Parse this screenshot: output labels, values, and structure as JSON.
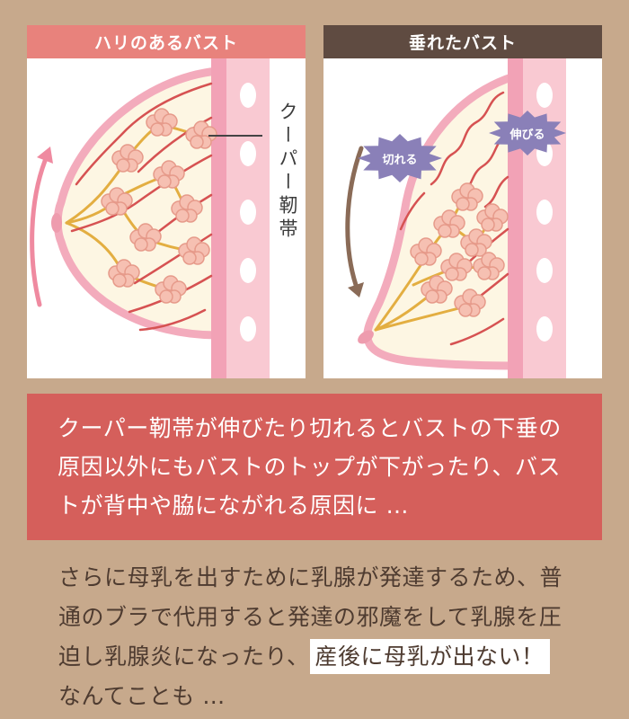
{
  "page": {
    "background": "#c7a98c"
  },
  "panel_firm": {
    "title": "ハリのあるバスト",
    "ligament_label": "クーパー靭帯"
  },
  "panel_saggy": {
    "title": "垂れたバスト",
    "badge_tear": "切れる",
    "badge_stretch": "伸びる"
  },
  "callout": {
    "line1": "クーパー靭帯が伸びたり切れるとバストの下垂の",
    "line2": "原因以外にもバストのトップが下がったり、バス",
    "line3": "トが背中や脇にながれる原因に …"
  },
  "body": {
    "line1": "さらに母乳を出すために乳腺が発達するため、普",
    "line2": "通のブラで代用すると発達の邪魔をして乳腺を圧",
    "line3_pre": "迫し乳腺炎になったり、",
    "highlight": "産後に母乳が出ない！",
    "line4": "なんてことも …"
  },
  "colors": {
    "background": "#c7a98c",
    "firm_header": "#e8827c",
    "saggy_header": "#5f4b41",
    "callout_bg": "#d55f5b",
    "callout_text": "#ffffff",
    "body_text": "#4e3b30",
    "badge_purple": "#8a80b8",
    "ligament_red": "#d65252",
    "duct_yellow": "#e3ae41",
    "lobule_pink": "#f6c0b2",
    "skin_pink": "#f3abbc",
    "chest_wall_pink": "#f9c9d2",
    "muscle_stripe_pink": "#f2a2b6",
    "lift_arrow_pink": "#ef8aa0",
    "sag_arrow_brown": "#8a6b57"
  }
}
